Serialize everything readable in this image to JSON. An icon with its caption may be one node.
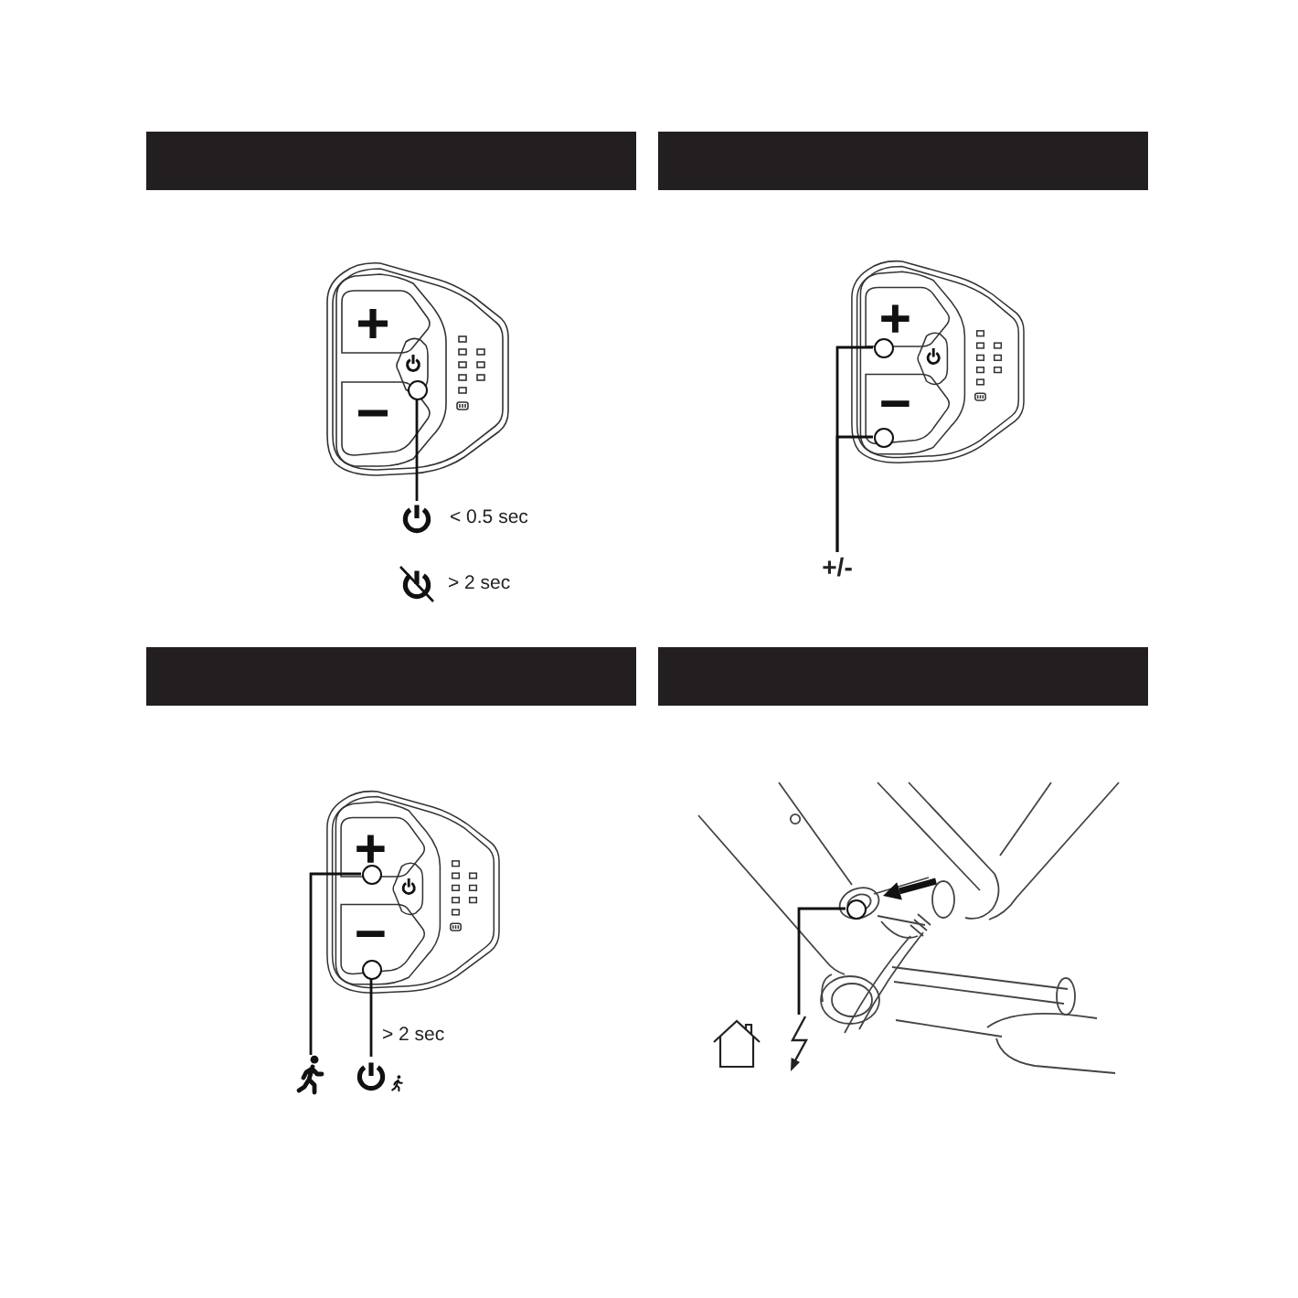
{
  "diagram": {
    "nodes": [
      {
        "text": [],
        "shape": "circle"
      },
      {
        "text": [],
        "shape": "picture",
        "beside": [
          "< 0.5 sec"
        ]
      },
      {
        "text": [],
        "shape": "picture",
        "beside": [
          "> 2 sec"
        ]
      },
      {
        "text": [],
        "shape": "circle"
      },
      {
        "text": [],
        "shape": "circle"
      },
      {
        "text": [
          "+/-"
        ]
      },
      {
        "text": [],
        "shape": "circle"
      },
      {
        "text": [],
        "shape": "circle"
      },
      {
        "text": [],
        "shape": "person"
      },
      {
        "text": [],
        "shape": "picture",
        "beside": [
          "> 2 sec"
        ]
      },
      {
        "text": [],
        "shape": "circle"
      },
      {
        "text": [],
        "shape": "picture"
      },
      {
        "text": [],
        "shape": "picture"
      }
    ],
    "edges": [
      {
        "from": 1,
        "to": 0,
        "arrow": "none"
      },
      {
        "from": 5,
        "to": 3,
        "arrow": "none"
      },
      {
        "from": 5,
        "to": 4,
        "arrow": "none"
      },
      {
        "from": 8,
        "to": 6,
        "arrow": "none"
      },
      {
        "from": 9,
        "to": 7,
        "arrow": "none"
      },
      {
        "from": 12,
        "to": 10,
        "arrow": "none"
      }
    ]
  }
}
